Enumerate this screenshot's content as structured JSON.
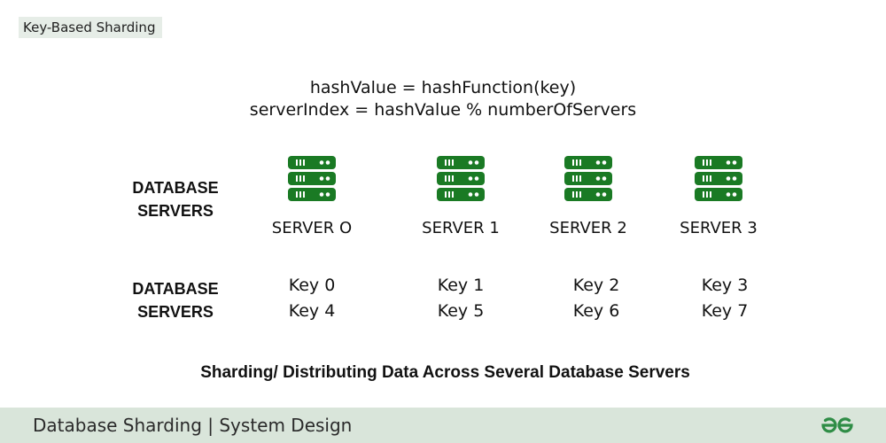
{
  "tag": "Key-Based Sharding",
  "formula": {
    "line1": "hashValue = hashFunction(key)",
    "line2": "serverIndex = hashValue % numberOfServers"
  },
  "rows": {
    "servers_label_1": "DATABASE",
    "servers_label_2": "SERVERS",
    "keys_label_1": "DATABASE",
    "keys_label_2": "SERVERS"
  },
  "servers": [
    {
      "name": "SERVER O",
      "keys": [
        "Key 0",
        "Key 4"
      ]
    },
    {
      "name": "SERVER 1",
      "keys": [
        "Key 1",
        "Key 5"
      ]
    },
    {
      "name": "SERVER 2",
      "keys": [
        "Key 2",
        "Key 6"
      ]
    },
    {
      "name": "SERVER 3",
      "keys": [
        "Key 3",
        "Key 7"
      ]
    }
  ],
  "caption": "Sharding/ Distributing Data Across Several Database Servers",
  "footer": {
    "title": "Database Sharding | System Design",
    "logo": "geeksforgeeks-logo-icon"
  },
  "colors": {
    "server_green": "#1a7a24",
    "footer_bg": "#d9e5da",
    "tag_bg": "#e6ede7"
  }
}
